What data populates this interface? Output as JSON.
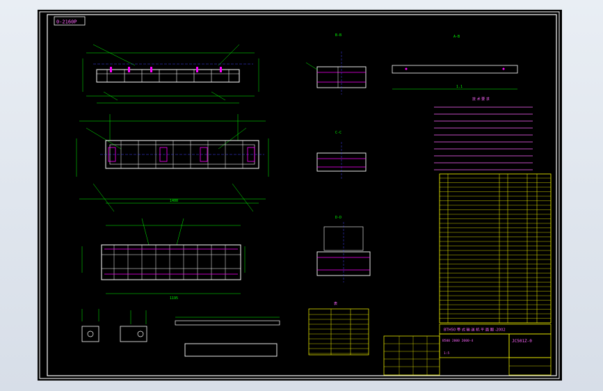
{
  "drawing": {
    "corner_code": "0-2160P",
    "sections": {
      "bb": "B-B",
      "cc": "C-C",
      "dd": "D-D",
      "ab": "A-B"
    },
    "dims": {
      "total_length": "1400",
      "mid_length": "1195",
      "part_label": "1.1"
    },
    "notes_title": "技 术 要 求",
    "table_title": "表",
    "title_block": {
      "name": "BTH50 带 式 输 送 机 平 面 图 -2002",
      "code": "JC501Z-0",
      "sub": "B500 2000 2000-4",
      "scale": "1:5"
    }
  },
  "colors": {
    "sheet_bg": "#000000",
    "frame": "#ffffff",
    "geometry": "#ffffff",
    "dimension": "#00ff00",
    "accent": "#ff00ff",
    "table_line": "#ffff00",
    "centerline": "#4040ff"
  }
}
